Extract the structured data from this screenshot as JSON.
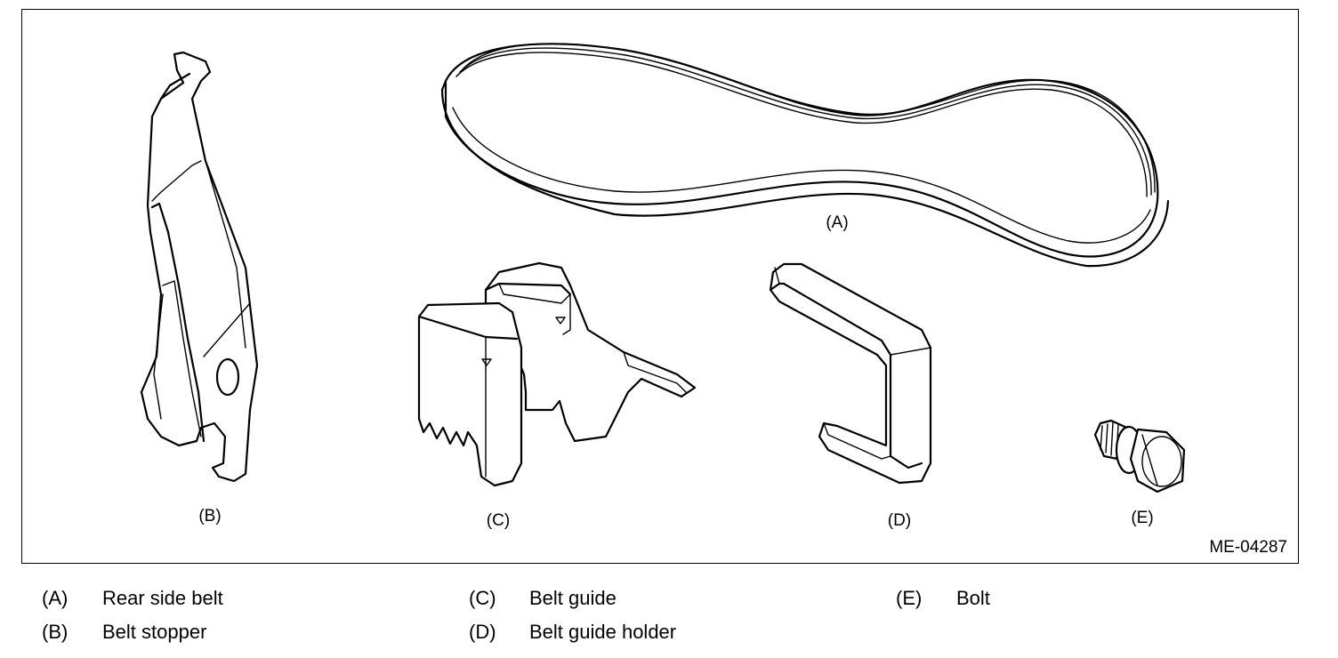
{
  "figure": {
    "code": "ME-04287",
    "part_labels": {
      "A": "(A)",
      "B": "(B)",
      "C": "(C)",
      "D": "(D)",
      "E": "(E)"
    }
  },
  "legend": [
    {
      "key": "(A)",
      "text": "Rear side belt"
    },
    {
      "key": "(B)",
      "text": "Belt stopper"
    },
    {
      "key": "(C)",
      "text": "Belt guide"
    },
    {
      "key": "(D)",
      "text": "Belt guide holder"
    },
    {
      "key": "(E)",
      "text": "Bolt"
    }
  ]
}
